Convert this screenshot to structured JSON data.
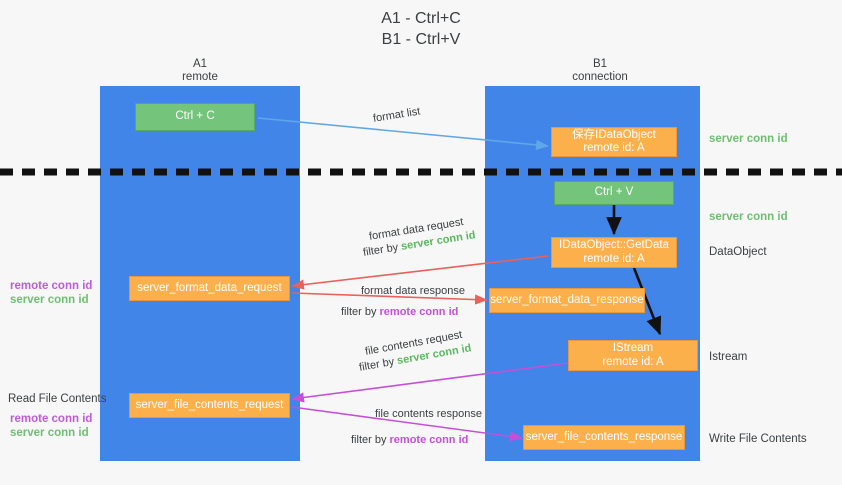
{
  "title": {
    "line1": "A1 - Ctrl+C",
    "line2": "B1 - Ctrl+V"
  },
  "lanes": [
    {
      "id": "a1",
      "name": "A1",
      "sub": "remote"
    },
    {
      "id": "b1",
      "name": "B1",
      "sub": "connection"
    }
  ],
  "boxes": {
    "ctrl_c": {
      "line1": "Ctrl + C",
      "line2": ""
    },
    "idataobject": {
      "line1": "保存IDataObject",
      "line2": "remote id: A"
    },
    "ctrl_v": {
      "line1": "Ctrl + V",
      "line2": ""
    },
    "getdata": {
      "line1": "IDataObject::GetData",
      "line2": "remote id: A"
    },
    "istream": {
      "line1": "IStream",
      "line2": "remote id: A"
    },
    "fmt_req": {
      "line1": "server_format_data_request",
      "line2": ""
    },
    "fmt_resp": {
      "line1": "server_format_data_response",
      "line2": ""
    },
    "file_req": {
      "line1": "server_file_contents_request",
      "line2": ""
    },
    "file_resp": {
      "line1": "server_file_contents_response",
      "line2": ""
    }
  },
  "captions": {
    "format_list": "format list",
    "fmt_req_l1": "format data request",
    "fmt_req_l2_pre": "filter by ",
    "fmt_req_l2_key": "server conn id",
    "fmt_resp_l1": "format data response",
    "fmt_resp_l2_pre": "filter by ",
    "fmt_resp_l2_key": "remote conn id",
    "file_req_l1": "file contents request",
    "file_req_l2_pre": "filter by ",
    "file_req_l2_key": "server conn id",
    "file_resp_l1": "file contents response",
    "file_resp_l2_pre": "filter by ",
    "file_resp_l2_key": "remote conn id"
  },
  "right_labels": {
    "server_conn_1": "server conn id",
    "server_conn_2": "server conn id",
    "dataobject": "DataObject",
    "istream": "Istream",
    "write_file": "Write File Contents"
  },
  "left_labels": {
    "remote_conn_1": "remote conn id",
    "server_conn_1": "server conn id",
    "read_file": "Read File Contents",
    "remote_conn_2": "remote conn id",
    "server_conn_2": "server conn id"
  },
  "colors": {
    "lane": "#4285e8",
    "green_box": "#74c47c",
    "orange_box": "#fbb04c",
    "green_text": "#5cb860",
    "magenta_text": "#c64fd8",
    "divider": "#111111",
    "blue_arrow": "#5fa8e8",
    "red_arrow": "#e8615a",
    "magenta_arrow": "#c64fd8",
    "black_arrow": "#111111"
  }
}
